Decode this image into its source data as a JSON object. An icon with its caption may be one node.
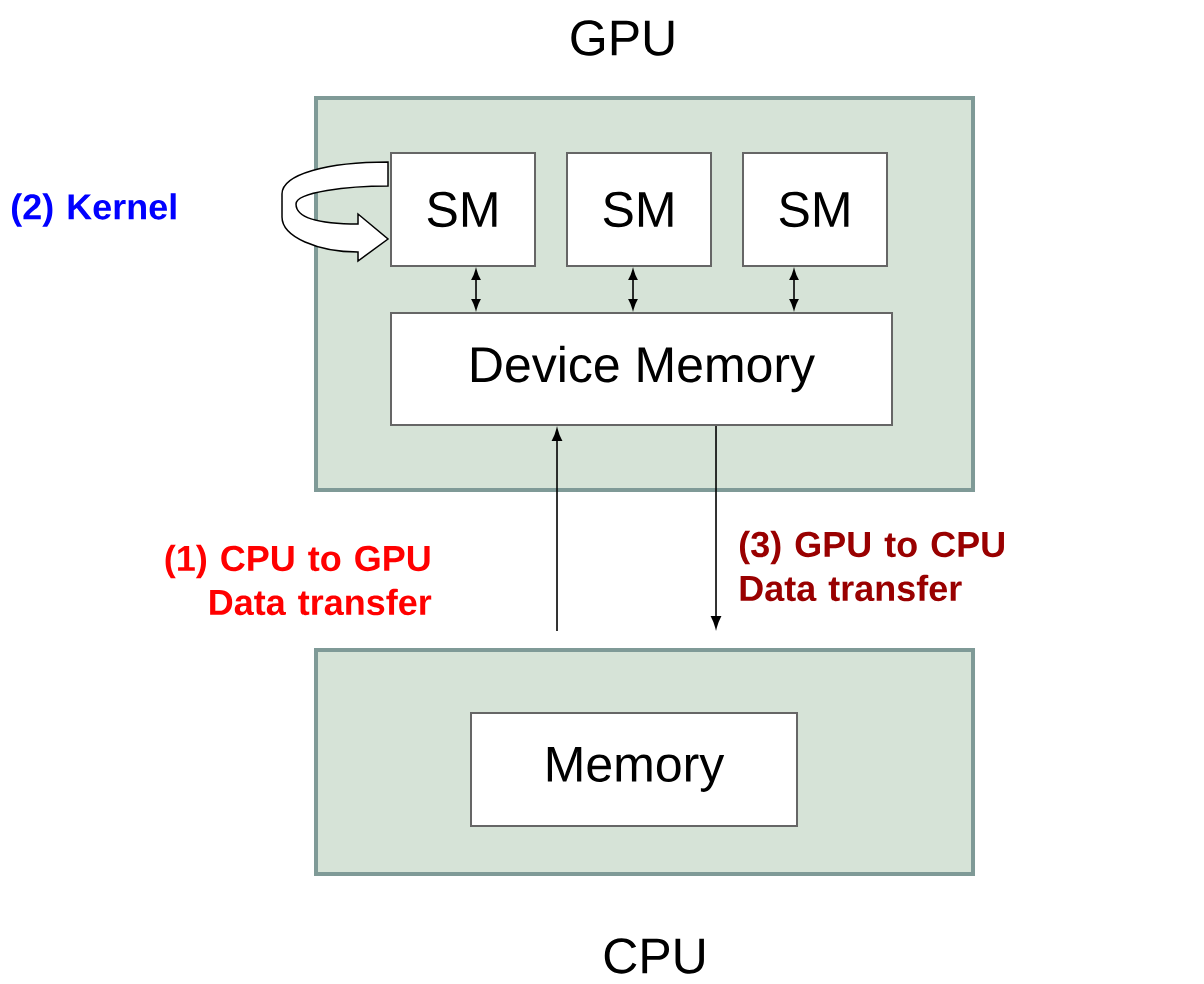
{
  "diagram": {
    "nodes": [
      {
        "text": [
          "GPU"
        ]
      },
      {
        "text": [
          "SM"
        ],
        "in": 0
      },
      {
        "text": [
          "SM"
        ],
        "in": 0
      },
      {
        "text": [
          "SM"
        ],
        "in": 0
      },
      {
        "text": [
          "Device Memory"
        ],
        "in": 0
      },
      {
        "text": [
          "CPU"
        ]
      },
      {
        "text": [
          "Memory"
        ],
        "in": 5
      }
    ],
    "edges": [
      {
        "from": 1,
        "to": 4,
        "arrow": "both"
      },
      {
        "from": 2,
        "to": 4,
        "arrow": "both"
      },
      {
        "from": 3,
        "to": 4,
        "arrow": "both"
      },
      {
        "from": 5,
        "to": 4,
        "arrow": "to",
        "label": "(1) CPU to GPU Data transfer"
      },
      {
        "from": 4,
        "to": 5,
        "arrow": "to",
        "label": "(3) GPU to CPU Data transfer"
      },
      {
        "from": 1,
        "to": 1,
        "arrow": "to",
        "label": "(2) Kernel"
      }
    ]
  }
}
